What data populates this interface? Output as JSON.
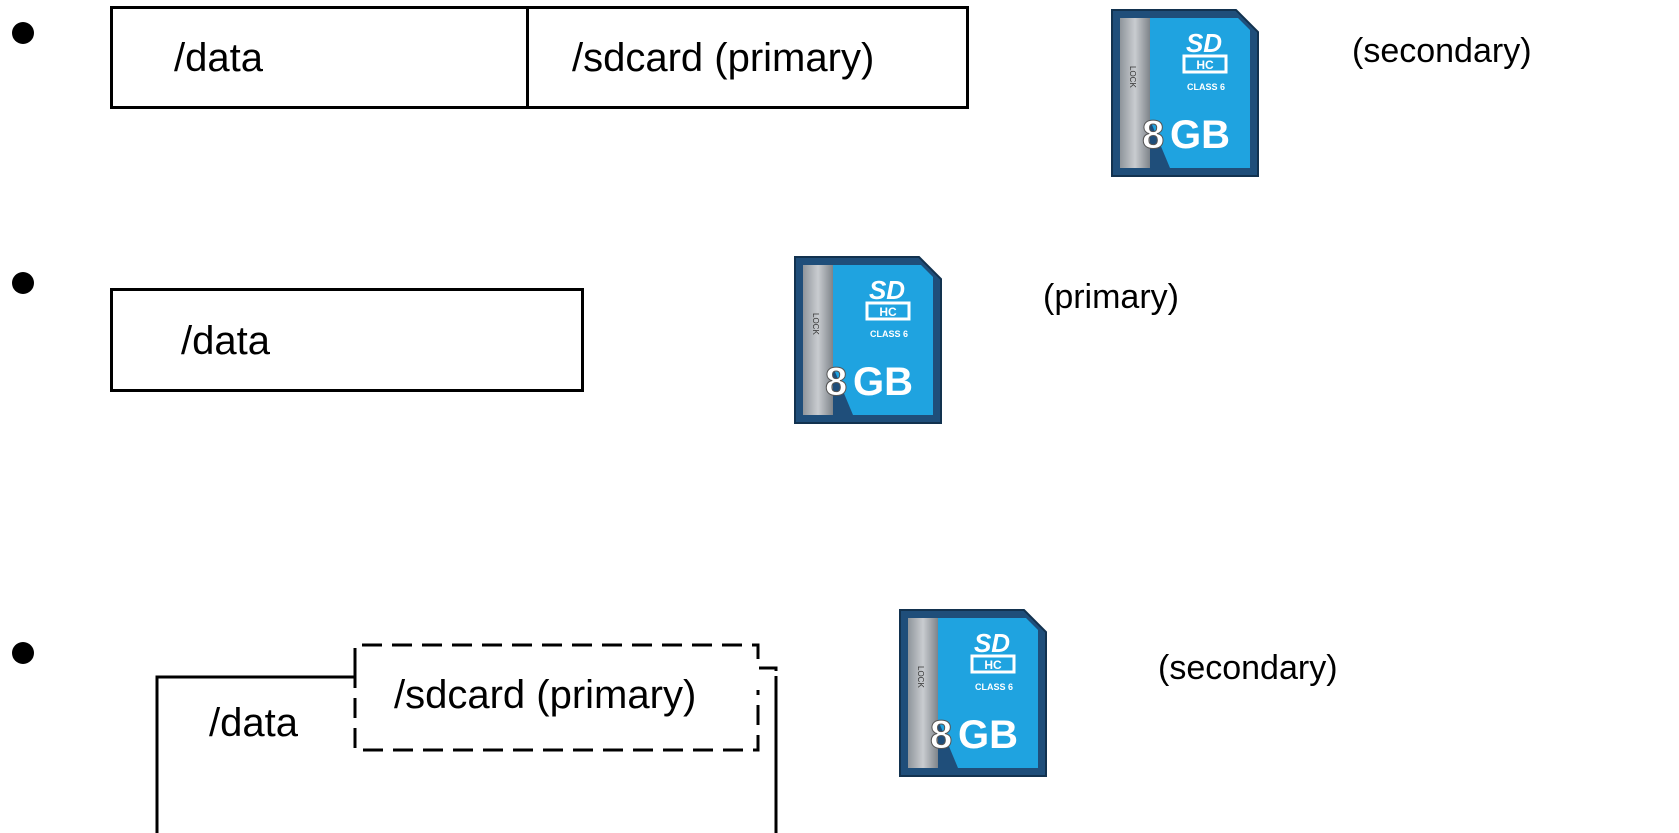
{
  "rows": [
    {
      "segments": [
        "/data",
        "/sdcard (primary)"
      ],
      "caption": "(secondary)"
    },
    {
      "segments": [
        "/data"
      ],
      "caption": "(primary)"
    },
    {
      "segments": [
        "/data",
        "/sdcard (primary)"
      ],
      "caption": "(secondary)"
    }
  ],
  "card": {
    "brand_top": "SD",
    "brand_bottom": "HC",
    "class_text": "CLASS",
    "class_num": "6",
    "size_digit": "8",
    "size_unit": "GB",
    "lock_text": "LOCK",
    "colors": {
      "body": "#1f4e7a",
      "panel": "#1fa3e0",
      "silver": "#c9ccd0",
      "edge": "#12324f"
    }
  }
}
